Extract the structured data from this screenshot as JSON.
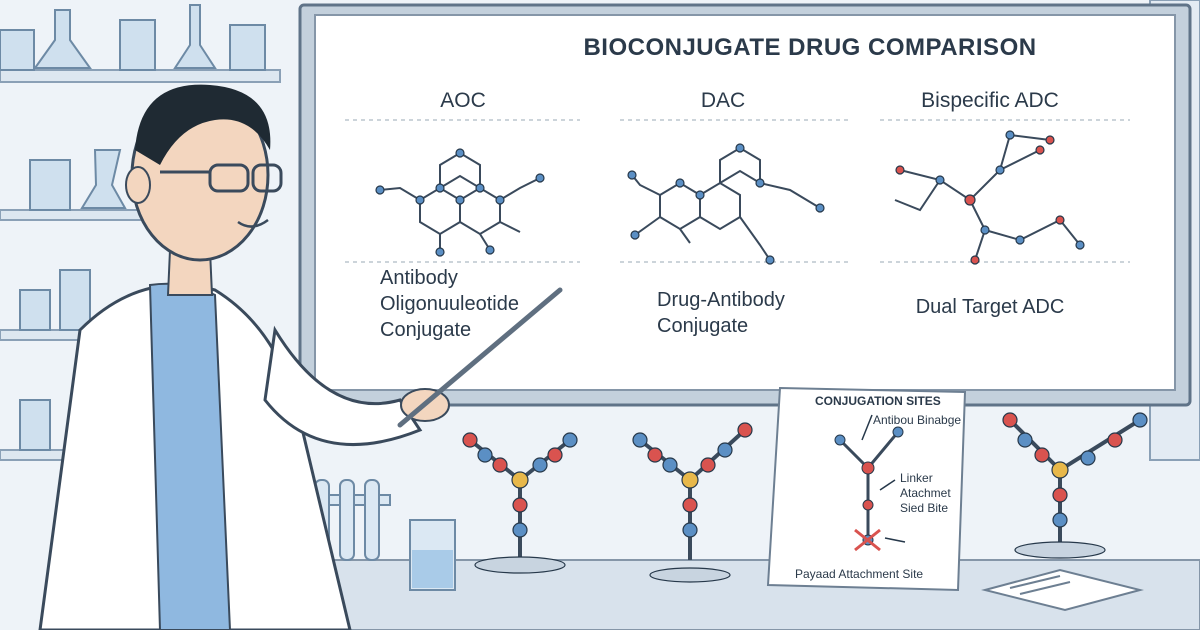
{
  "board": {
    "title": "BIOCONJUGATE DRUG  COMPARISON",
    "columns": [
      {
        "heading": "AOC",
        "description": [
          "Antibody",
          "Oligonuuleotide",
          "Conjugate"
        ]
      },
      {
        "heading": "DAC",
        "description": [
          "Drug-Antibody",
          "Conjugate"
        ]
      },
      {
        "heading": "Bispecific ADC",
        "description": [
          "Dual Target ADC"
        ]
      }
    ]
  },
  "note_card": {
    "title": "CONJUGATION SITES",
    "labels": [
      "Antibou Binabge",
      "Linker",
      "Atachmet",
      "Sied Bite",
      "Payaad Attachment Site"
    ]
  },
  "colors": {
    "atom_blue": "#5b8fc4",
    "atom_red": "#d9534f",
    "bond": "#3a4a5c",
    "coat": "#ffffff",
    "shirt": "#8fb8e0",
    "hair": "#1f2a33"
  }
}
